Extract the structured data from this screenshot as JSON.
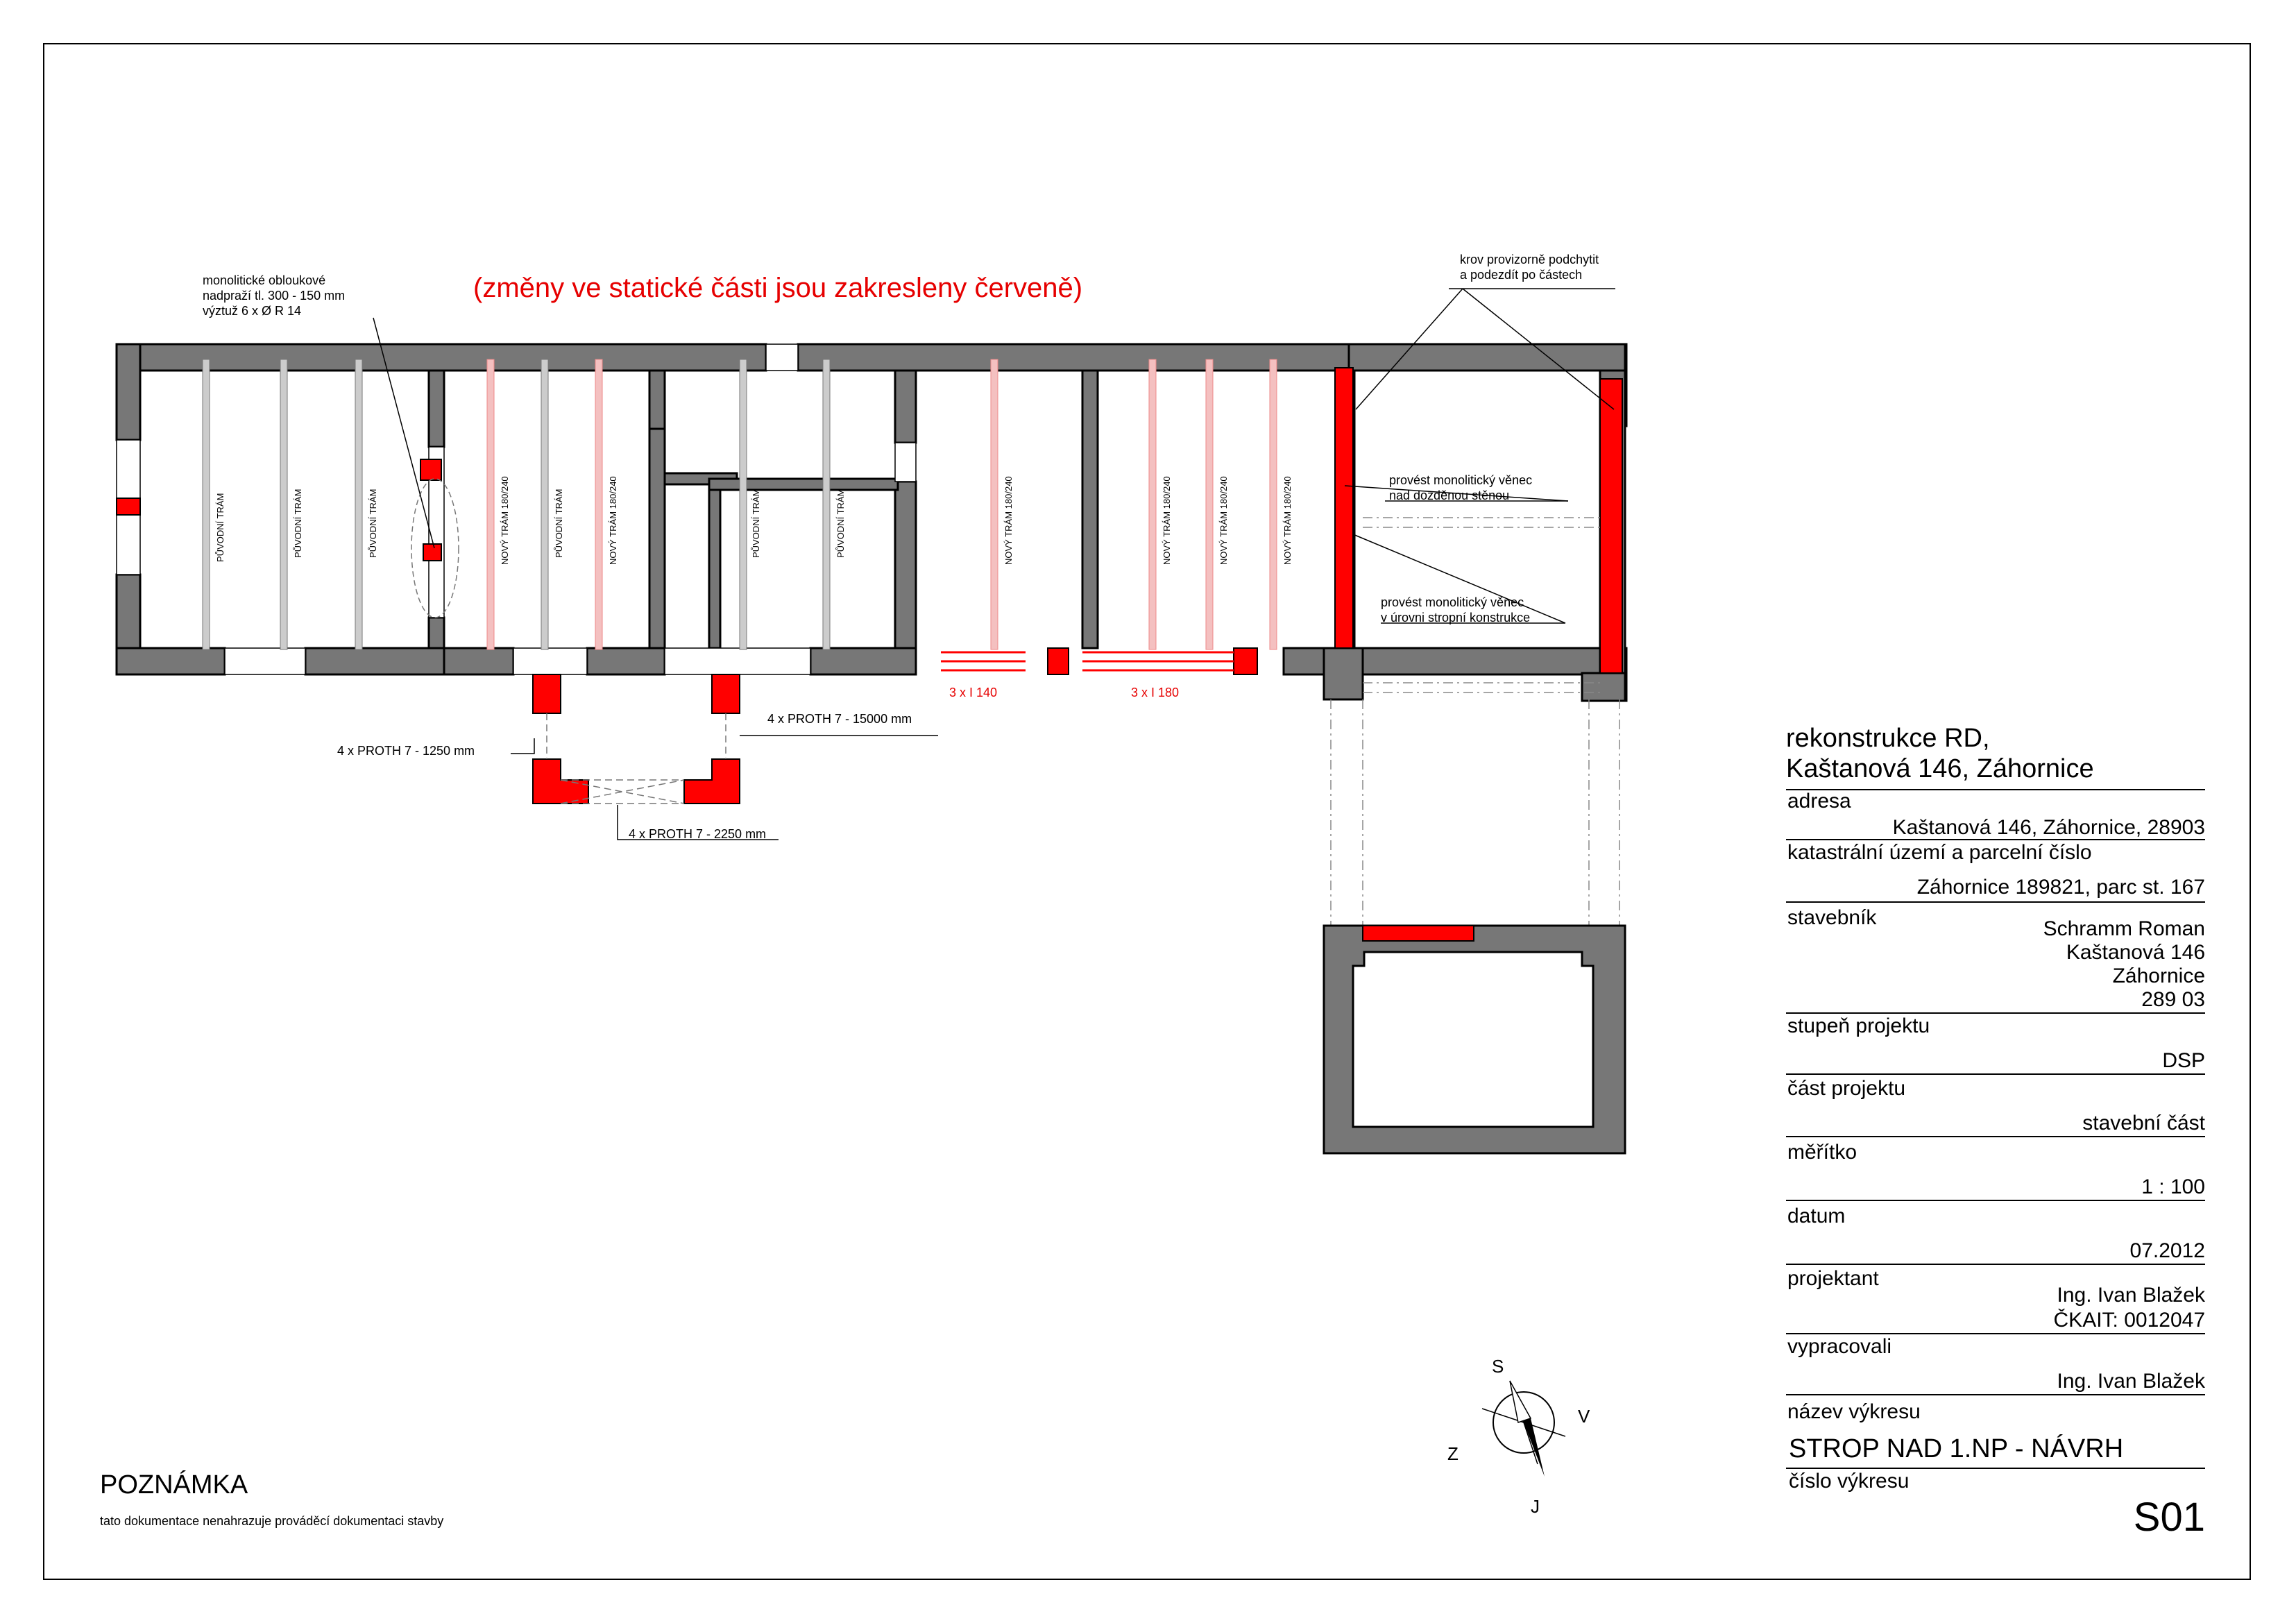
{
  "header_note": "(změny ve statické části jsou zakresleny červeně)",
  "colors": {
    "wall": "#777777",
    "change": "#ff0000",
    "change_text": "#e60000",
    "frame": "#000000"
  },
  "annotations": {
    "lintel": [
      "monolitické obloukové",
      "nadpraží tl. 300 - 150 mm",
      "výztuž 6 x  Ø R 14"
    ],
    "roof_support": [
      "krov provizorně podchytit",
      "a podezdít po částech"
    ],
    "ring_beam_1": [
      "provést monolitický věnec",
      "nad dozděnou stěnou"
    ],
    "ring_beam_2": [
      "provést monolitický věnec",
      "v úrovni stropní konstrukce"
    ],
    "proth_1": "4 x PROTH 7 - 1250 mm",
    "proth_2": "4 x PROTH 7 - 15000 mm",
    "proth_3": "4 x PROTH 7 - 2250 mm",
    "ibeam_140": "3 x I 140",
    "ibeam_180": "3 x I 180"
  },
  "beam_labels": {
    "original": "PŮVODNÍ TRÁM",
    "new": "NOVÝ TRÁM 180/240"
  },
  "note": {
    "title": "POZNÁMKA",
    "text": "tato dokumentace nenahrazuje prováděcí dokumentaci stavby"
  },
  "compass": {
    "north": "S",
    "south": "J",
    "west": "Z",
    "east": "V"
  },
  "title_block": {
    "project_line1": "rekonstrukce RD,",
    "project_line2": "Kaštanová 146, Záhornice",
    "address_label": "adresa",
    "address_value": "Kaštanová 146, Záhornice, 28903",
    "cadastre_label": "katastrální území a parcelní číslo",
    "cadastre_value": "Záhornice 189821, parc st. 167",
    "builder_label": "stavebník",
    "builder_lines": [
      "Schramm Roman",
      "Kaštanová 146",
      "Záhornice",
      "289 03"
    ],
    "stage_label": "stupeň projektu",
    "stage_value": "DSP",
    "part_label": "část projektu",
    "part_value": "stavební část",
    "scale_label": "měřítko",
    "scale_value": "1 : 100",
    "date_label": "datum",
    "date_value": "07.2012",
    "designer_label": "projektant",
    "designer_lines": [
      "Ing. Ivan Blažek",
      "ČKAIT: 0012047"
    ],
    "prepared_label": "vypracovali",
    "prepared_value": "Ing. Ivan Blažek",
    "drawing_name_label": "název výkresu",
    "drawing_name_value": "STROP NAD 1.NP - NÁVRH",
    "drawing_number_label": "číslo výkresu",
    "drawing_number_value": "S01"
  }
}
